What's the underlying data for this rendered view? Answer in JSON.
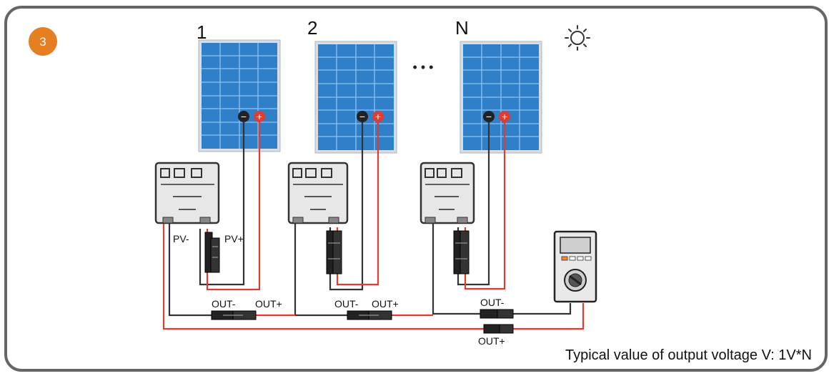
{
  "step_badge": "3",
  "colors": {
    "badge": "#e67e22",
    "panel_fill": "#2f7fc9",
    "panel_cell": "#5aa3e6",
    "panel_frame": "#cfd8e3",
    "wire_positive": "#e03c31",
    "wire_negative": "#333333",
    "optimizer_fill": "#e7e7e7",
    "optimizer_stroke": "#333333",
    "border": "#666666",
    "meter_screen": "#cfcfcf",
    "meter_button": "#f28c28"
  },
  "sun_icon": "sun-icon",
  "panels": [
    {
      "number": "1"
    },
    {
      "number": "2"
    },
    {
      "number": "N"
    }
  ],
  "ellipsis": "• • •",
  "terminal_positive": "+",
  "terminal_negative": "−",
  "labels": {
    "pv_minus": "PV-",
    "pv_plus": "PV+",
    "out_minus": "OUT-",
    "out_plus": "OUT+"
  },
  "footer_note": "Typical value of output voltage V: 1V*N"
}
